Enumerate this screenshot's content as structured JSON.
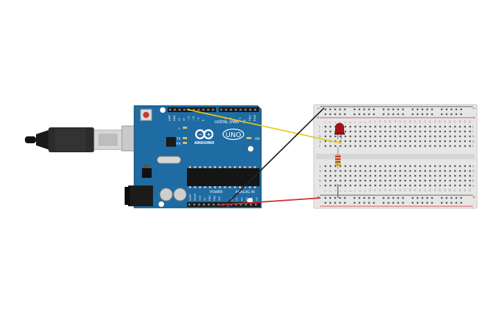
{
  "colors": {
    "board": "#1f6ba3",
    "board_edge": "#17557f",
    "breadboard": "#e6e6e6",
    "rail_red": "#d9262a",
    "rail_black": "#333333",
    "wire_yellow": "#e8c812",
    "wire_black": "#222222",
    "wire_red": "#d02a2a",
    "led": "#a01515"
  },
  "arduino": {
    "brand": "ARDUINO",
    "model": "UNO",
    "digital_label": "DIGITAL (PWM ~)",
    "power_label": "POWER",
    "analog_label": "ANALOG IN",
    "on_label": "ON",
    "led_l": "L",
    "led_tx": "TX",
    "led_rx": "RX",
    "top_header_left": [
      "AREF",
      "GND",
      "13",
      "12",
      "~11",
      "~10",
      "~9",
      "8"
    ],
    "top_header_right": [
      "7",
      "~6",
      "~5",
      "4",
      "~3",
      "2",
      "TX▸1",
      "RX◂0"
    ],
    "power_pins": [
      "IOREF",
      "RESET",
      "3.3V",
      "5V",
      "GND",
      "GND",
      "VIN"
    ],
    "analog_pins": [
      "A0",
      "A1",
      "A2",
      "A3",
      "A4",
      "A5"
    ]
  },
  "breadboard": {
    "row_letters_top": [
      "j",
      "i",
      "h",
      "g",
      "f"
    ],
    "row_letters_bottom": [
      "e",
      "d",
      "c",
      "b",
      "a"
    ],
    "column_numbers": [
      "1",
      "2",
      "3",
      "4",
      "5",
      "6",
      "7",
      "8",
      "9",
      "10",
      "11",
      "12",
      "13",
      "14",
      "15",
      "16",
      "17",
      "18",
      "19",
      "20",
      "21",
      "22",
      "23",
      "24",
      "25",
      "26",
      "27",
      "28",
      "29",
      "30"
    ],
    "plus_sign": "+",
    "minus_sign": "−"
  }
}
